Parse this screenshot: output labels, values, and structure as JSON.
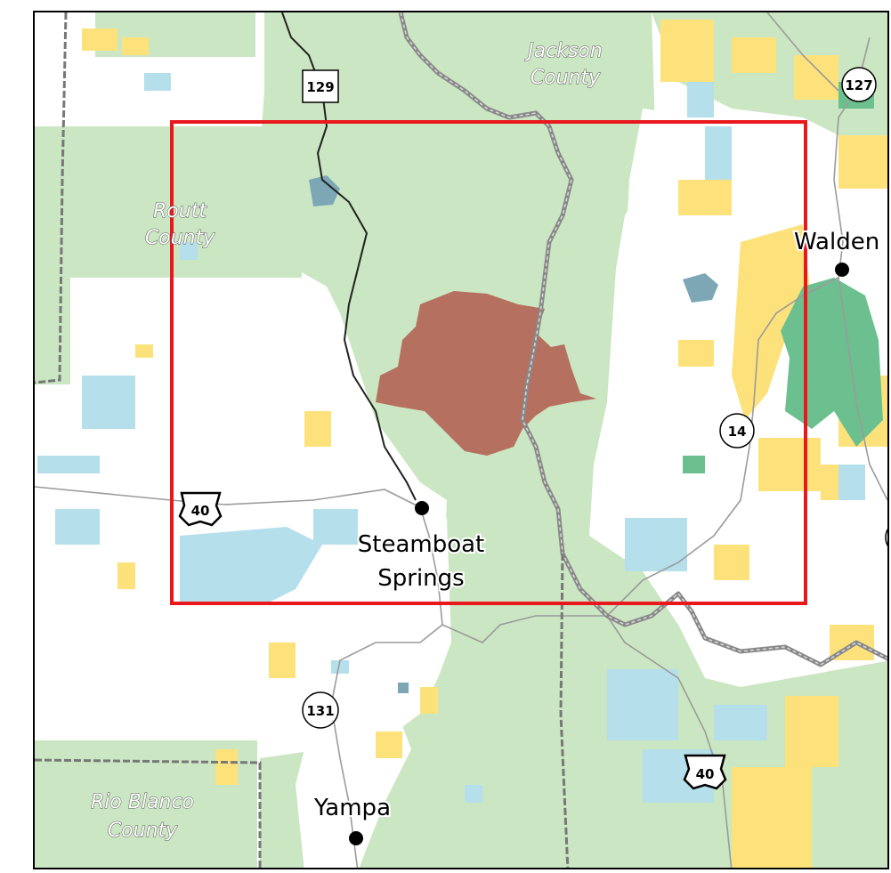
{
  "colors": {
    "forest_green": "#cbe6c2",
    "dark_green": "#6cc08f",
    "yellow": "#fde27b",
    "light_blue": "#b5dfea",
    "blue_gray": "#7ea7b6",
    "fire_perimeter": "#b67060",
    "study_area_box": "#e8181c",
    "county_line": "#888888",
    "road": "#9b9b9b",
    "highway": "#222222"
  },
  "counties": {
    "jackson": {
      "line1": "Jackson",
      "line2": "County"
    },
    "routt": {
      "line1": "Routt",
      "line2": "County"
    },
    "rio_blanco": {
      "line1": "Rio Blanco",
      "line2": "County"
    }
  },
  "towns": {
    "walden": "Walden",
    "steamboat_line1": "Steamboat",
    "steamboat_line2": "Springs",
    "yampa": "Yampa"
  },
  "shields": {
    "hwy_129": "129",
    "hwy_127": "127",
    "hwy_14": "14",
    "hwy_131": "131",
    "us_40_west": "40",
    "us_40_east": "40"
  },
  "icons": {
    "town": "filled-circle",
    "state_highway": "circle-shield",
    "us_highway": "us-shield",
    "county_road": "square-shield"
  }
}
